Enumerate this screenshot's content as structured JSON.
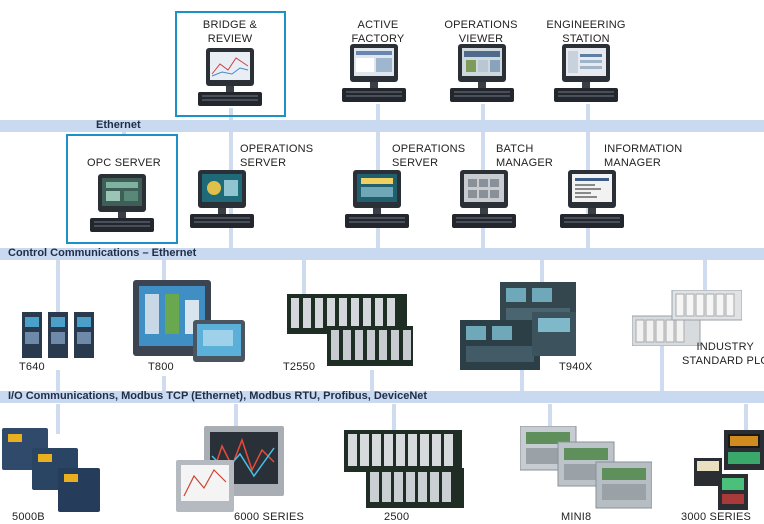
{
  "nodes": {
    "bridge_review": "BRIDGE &\nREVIEW",
    "active_factory": "ACTIVE\nFACTORY",
    "operations_viewer": "OPERATIONS\nVIEWER",
    "engineering_station": "ENGINEERING\nSTATION",
    "opc_server": "OPC SERVER",
    "operations_server_1": "OPERATIONS\nSERVER",
    "operations_server_2": "OPERATIONS\nSERVER",
    "batch_manager": "BATCH\nMANAGER",
    "information_manager": "INFORMATION\nMANAGER",
    "t640": "T640",
    "t800": "T800",
    "t2550": "T2550",
    "t940x": "T940X",
    "industry_plc": "INDUSTRY\nSTANDARD PLC",
    "s5000b": "5000B",
    "s6000": "6000 SERIES",
    "s2500": "2500",
    "mini8": "MINI8",
    "s3000": "3000 SERIES"
  },
  "buses": {
    "ethernet": "Ethernet",
    "control": "Control Communications – Ethernet",
    "io": "I/O Communications, Modbus TCP (Ethernet), Modbus RTU, Profibus, DeviceNet"
  },
  "colors": {
    "bus_fill": "#c9d9f0",
    "highlight_border": "#1e90c8",
    "bus_text": "#1f2d4a"
  }
}
